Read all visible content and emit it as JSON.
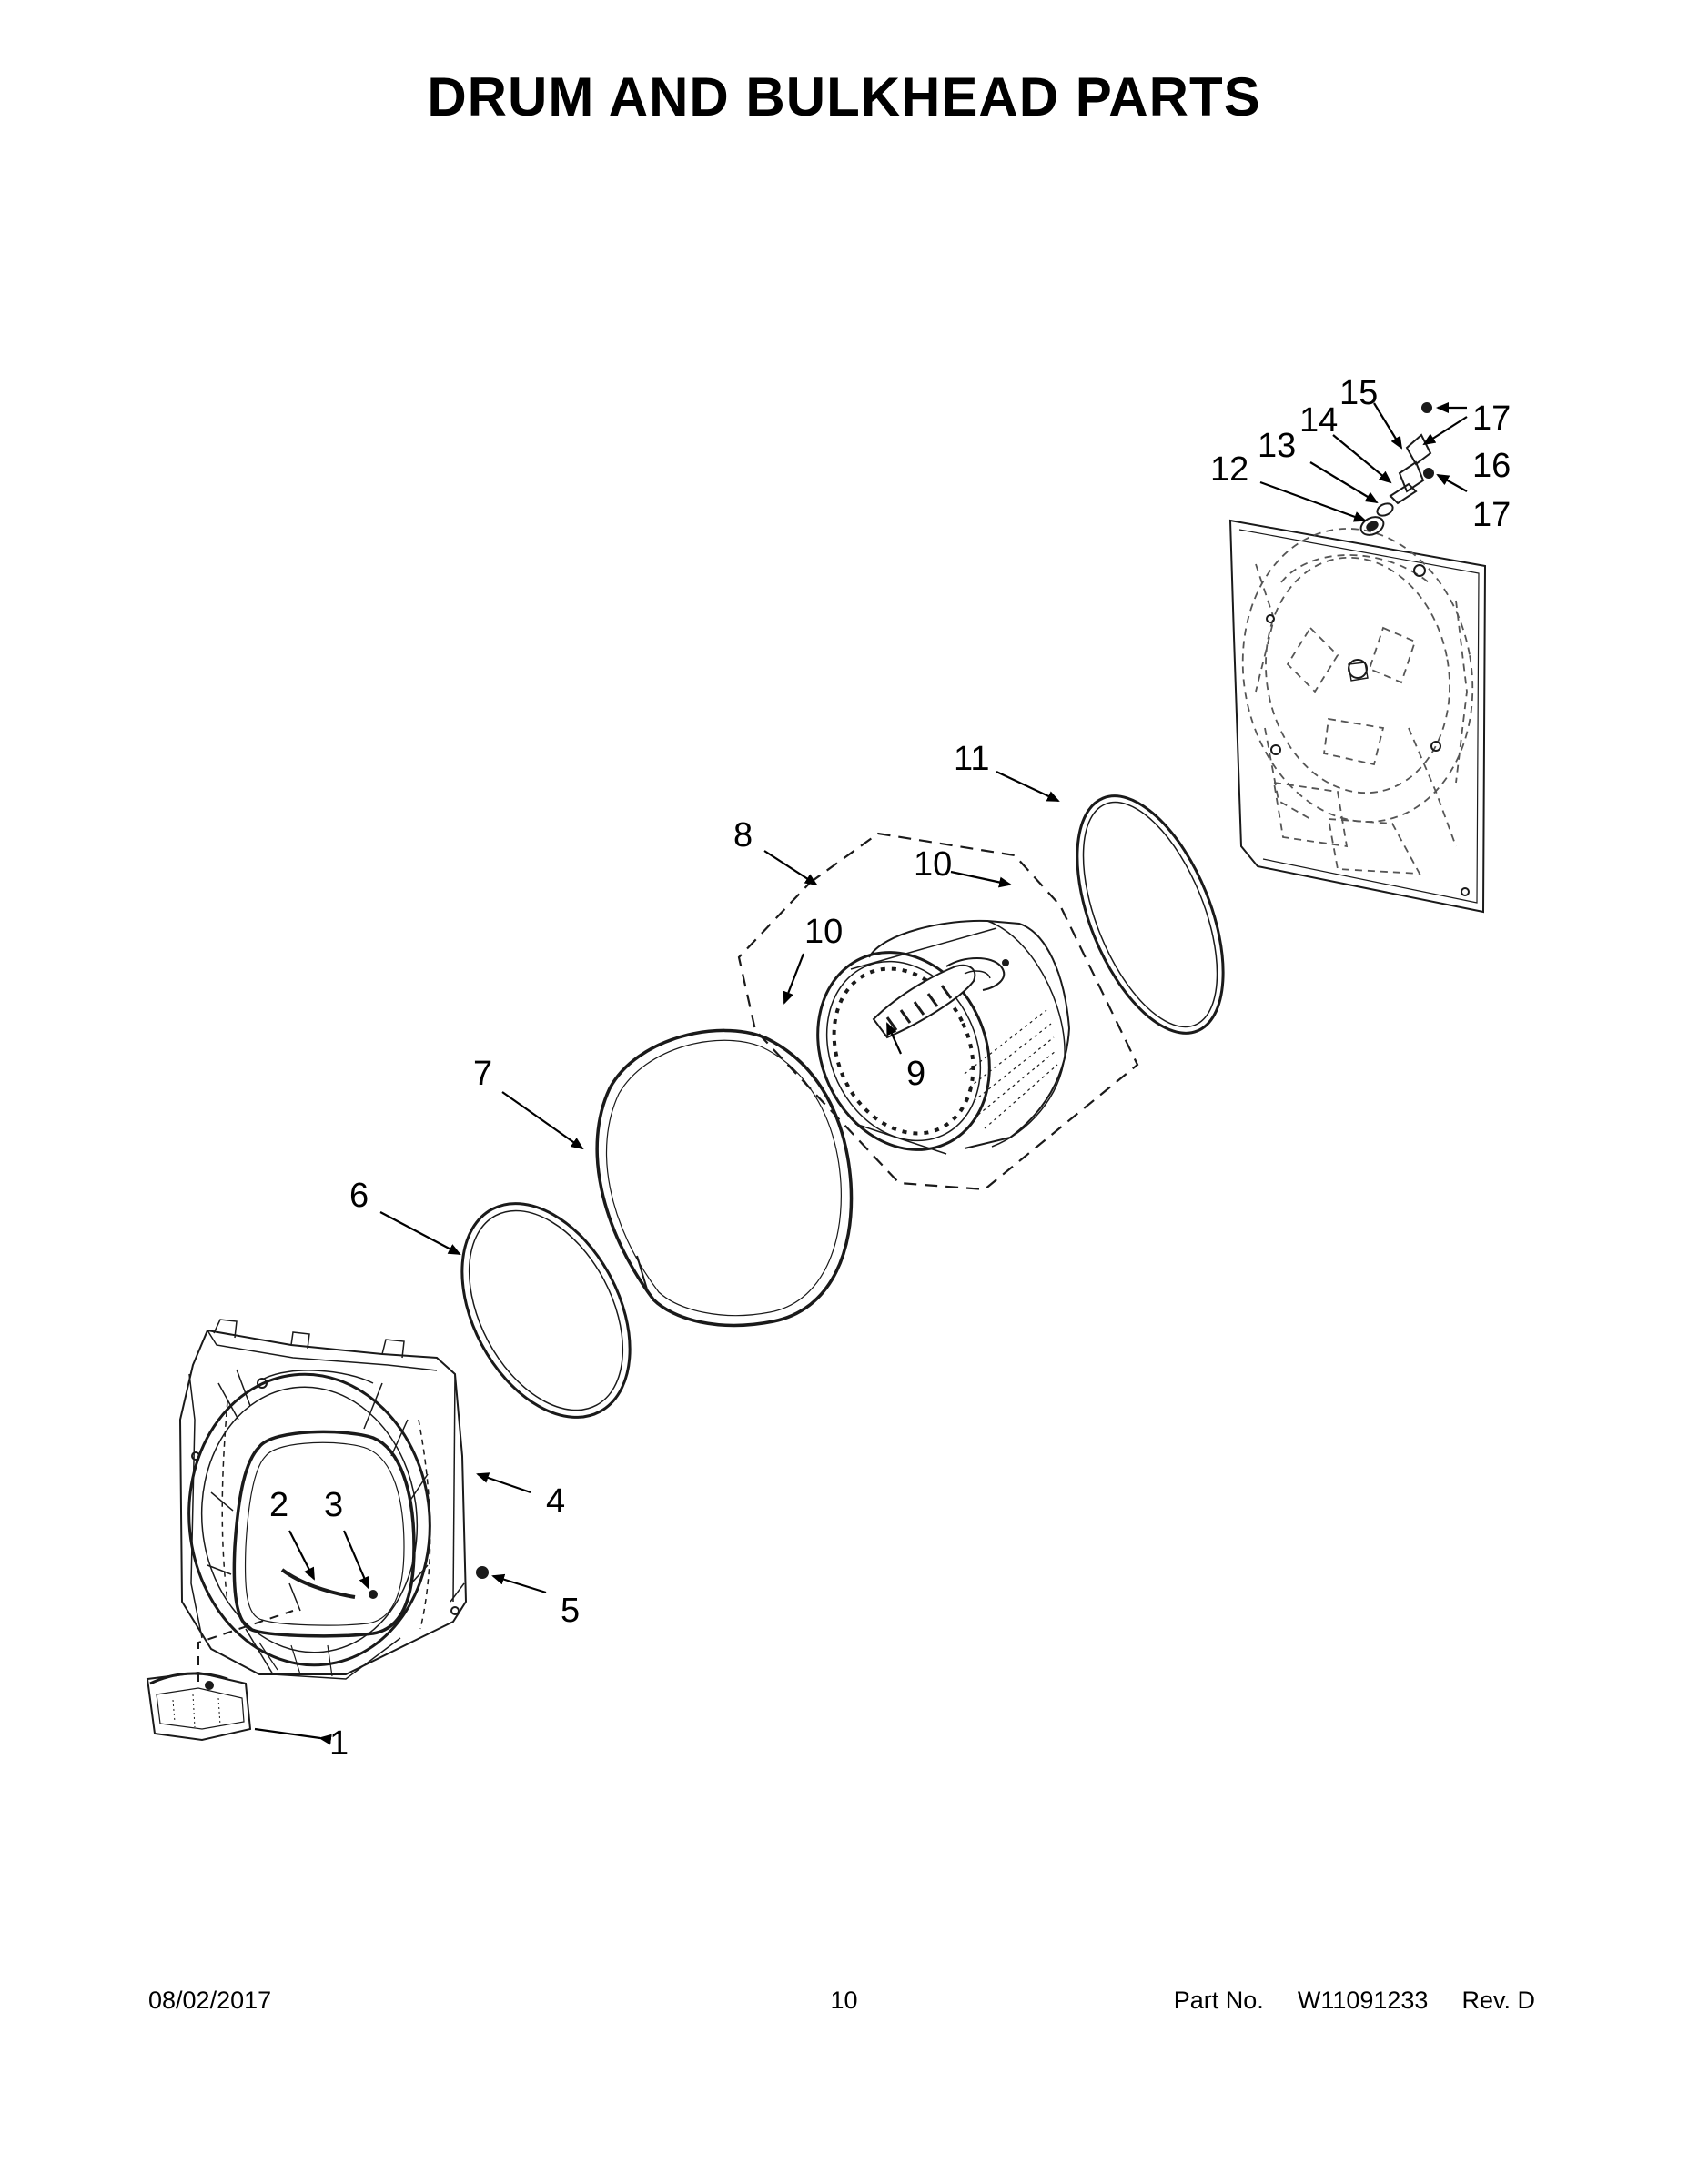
{
  "title": "DRUM AND BULKHEAD PARTS",
  "callouts": [
    "1",
    "2",
    "3",
    "4",
    "5",
    "6",
    "7",
    "8",
    "9",
    "10",
    "10",
    "11",
    "12",
    "13",
    "14",
    "15",
    "16",
    "17",
    "17"
  ],
  "footer": {
    "date": "08/02/2017",
    "page_number": "10",
    "part_label": "Part No.",
    "part_number": "W11091233",
    "revision": "Rev. D"
  },
  "colors": {
    "line_art": "#1a1a1a",
    "hidden_lines": "#555555",
    "background": "#ffffff"
  }
}
